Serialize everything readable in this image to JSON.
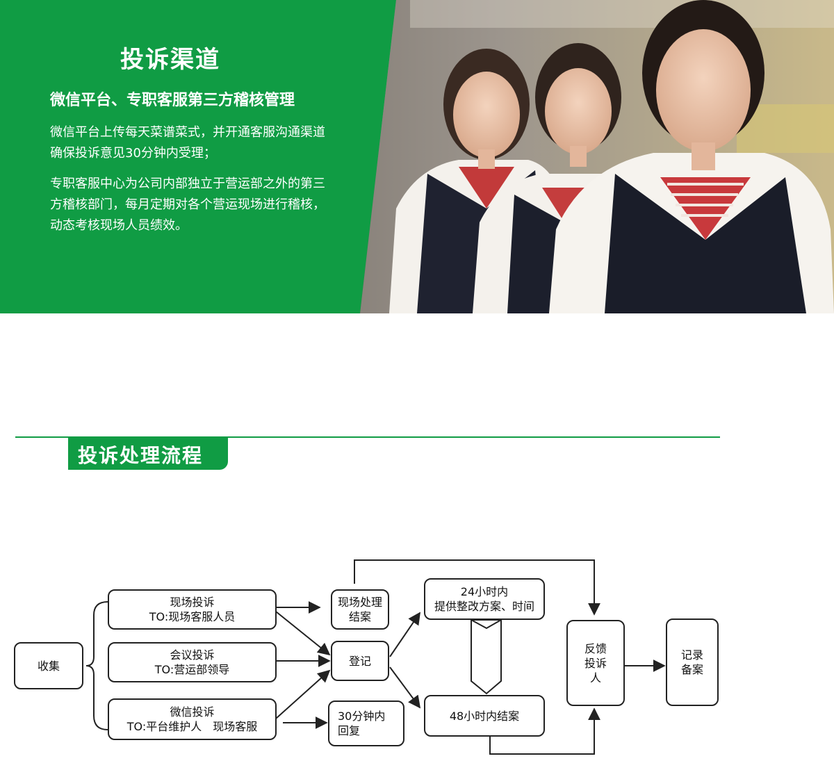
{
  "banner": {
    "title": "投诉渠道",
    "subtitle": "微信平台、专职客服第三方稽核管理",
    "paragraph1": "微信平台上传每天菜谱菜式，并开通客服沟通渠道确保投诉意见30分钟内受理；",
    "paragraph2": "专职客服中心为公司内部独立于营运部之外的第三方稽核部门，每月定期对各个营运现场进行稽核，动态考核现场人员绩效。",
    "brand_color": "#109c44"
  },
  "section": {
    "title": "投诉处理流程"
  },
  "flow": {
    "collect": "收集",
    "onsite_complaint": "现场投诉\nTO:现场客服人员",
    "meeting_complaint": "会议投诉\nTO:营运部领导",
    "wechat_complaint": "微信投诉\nTO:平台维护人　现场客服",
    "onsite_close": "现场处理\n结案",
    "register": "登记",
    "reply_30min": "30分钟内\n回复",
    "plan_24h": "24小时内\n提供整改方案、时间",
    "close_48h": "48小时内结案",
    "feedback": "反馈\n投诉\n人",
    "record": "记录\n备案"
  }
}
